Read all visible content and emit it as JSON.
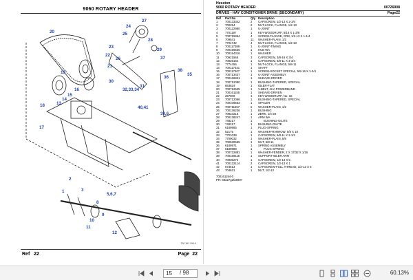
{
  "left_page": {
    "title": "9060 ROTARY HEADER",
    "footer_ref": "Ref",
    "footer_ref_num": "22",
    "footer_page": "Page",
    "footer_page_num": "22",
    "diagram_code": "700 161 194-0",
    "callouts": [
      "20",
      "27",
      "28",
      "29",
      "24",
      "25",
      "23",
      "22",
      "21",
      "26",
      "37",
      "19",
      "30",
      "31",
      "38",
      "36",
      "32,33,34",
      "35",
      "40,41",
      "39,6",
      "18",
      "17",
      "16",
      "15",
      "14",
      "13",
      "2",
      "3",
      "1",
      "5,6,7",
      "8",
      "9",
      "10",
      "11",
      "12"
    ]
  },
  "right_page": {
    "brand": "Hesston",
    "title": "9060 ROTARY HEADER",
    "doc_code": "00726908",
    "section": "DRIVES - HAY CONDITIONER DRIVE (SECONDARY)",
    "page_label": "Page22",
    "columns": [
      "Ref",
      "Part No",
      "Qty",
      "Description"
    ],
    "parts": [
      {
        "ref": "1",
        "pn": "700133342",
        "qty": "2",
        "desc": "CAPSCREW, 1/2-13 X 2-3/4"
      },
      {
        "ref": "2",
        "pn": "700254",
        "qty": "2",
        "desc": "NUT-LOCK, FLANGE, 1/2-13"
      },
      {
        "ref": "3",
        "pn": "700122980",
        "qty": "1",
        "desc": "U-JOINT"
      },
      {
        "ref": "4",
        "pn": "7701197",
        "qty": "1",
        "desc": "KEY-WOODRUFF, 5/16 X 1-3/8"
      },
      {
        "ref": "5",
        "pn": "700715964",
        "qty": "4",
        "desc": "SCREW-FLANGE, GR8, 1/2-13 X 1-1/4"
      },
      {
        "ref": "6",
        "pn": "709541",
        "qty": "11",
        "desc": "WASHER-PLAIN, 1/2"
      },
      {
        "ref": "7",
        "pn": "7704742",
        "qty": "4",
        "desc": "NUT-LOCK, FLANGE, 1/2-13"
      },
      {
        "ref": "8",
        "pn": "700117389",
        "qty": "1",
        "desc": "U-JOINT-TIMING"
      },
      {
        "ref": "9",
        "pn": "700156536",
        "qty": "1",
        "desc": "HUB WA"
      },
      {
        "ref": "10",
        "pn": "700154316",
        "qty": "1",
        "desc": "WASHER"
      },
      {
        "ref": "11",
        "pn": "70921565",
        "qty": "3",
        "desc": "CAPSCREW, 3/8-16 X 3/4"
      },
      {
        "ref": "12",
        "pn": "70825164",
        "qty": "1",
        "desc": "CAPSCREW, 5/8-11 X 3-3/4"
      },
      {
        "ref": "13",
        "pn": "7774456",
        "qty": "1",
        "desc": "NUT-LOCK, FLANGE, 5/8-11"
      },
      {
        "ref": "14",
        "pn": "700117331",
        "qty": "1",
        "desc": "SHAFT"
      },
      {
        "ref": "15",
        "pn": "700117407",
        "qty": "1",
        "desc": "SCREW-SOCKET SPECIAL, 5/8-16 X 1-3/4"
      },
      {
        "ref": "16",
        "pn": "700713437",
        "qty": "1",
        "desc": "U-JOINT ASSEMBLY"
      },
      {
        "ref": "17",
        "pn": "700166921",
        "qty": "1",
        "desc": "SHEAVE-DRIVER"
      },
      {
        "ref": "18",
        "pn": "700712080",
        "qty": "1",
        "desc": "BUSHING-TAPERED, SPECIAL"
      },
      {
        "ref": "19",
        "pn": "853824",
        "qty": "1",
        "desc": "IDLER-FLAT"
      },
      {
        "ref": "20",
        "pn": "700712525",
        "qty": "1",
        "desc": "V-BELT, 4HA POWERBAND"
      },
      {
        "ref": "21",
        "pn": "700161155",
        "qty": "1",
        "desc": "SHEAVE-DRIVEN"
      },
      {
        "ref": "22",
        "pn": "257909",
        "qty": "1",
        "desc": "KEY-WOODRUFF, No. 15"
      },
      {
        "ref": "23",
        "pn": "700712066",
        "qty": "1",
        "desc": "BUSHING-TAPERED, SPECIAL"
      },
      {
        "ref": "24",
        "pn": "700109553",
        "qty": "1",
        "desc": "SPACER"
      },
      {
        "ref": "25",
        "pn": "700711557",
        "qty": "6",
        "desc": "WASHER-PLAIN, 1/2"
      },
      {
        "ref": "26",
        "pn": "700136236",
        "qty": "1",
        "desc": "BUSHING"
      },
      {
        "ref": "27",
        "pn": "70923216",
        "qty": "1",
        "desc": "ZERK, 1/4-28"
      },
      {
        "ref": "28",
        "pn": "700138247",
        "qty": "1",
        "desc": "ARM WA"
      },
      {
        "ref": "29",
        "pn": "748217",
        "qty": "1",
        "desc": "BUSHING-OILITE",
        "indent": true
      },
      {
        "ref": "30",
        "pn": "748217",
        "qty": "1",
        "desc": "BUSHING-OILITE"
      },
      {
        "ref": "31",
        "pn": "6189985",
        "qty": "1",
        "desc": "PLUG-SPRING"
      },
      {
        "ref": "32",
        "pn": "52175",
        "qty": "1",
        "desc": "WASHER-HARROW, 5/8 X 18"
      },
      {
        "ref": "33",
        "pn": "7701039",
        "qty": "1",
        "desc": "CAPSCREW, 5/8-11 X 2-1/2"
      },
      {
        "ref": "34",
        "pn": "7709032",
        "qty": "1",
        "desc": "WASHER-PLAIN, 5/8"
      },
      {
        "ref": "35",
        "pn": "700530665",
        "qty": "1",
        "desc": "NUT, 5/8-11"
      },
      {
        "ref": "36",
        "pn": "6189971",
        "qty": "1",
        "desc": "SPRING ASSEMBLY"
      },
      {
        "ref": "37",
        "pn": "6189989",
        "qty": "1",
        "desc": "PLUG-SPRING",
        "indent": true
      },
      {
        "ref": "38",
        "pn": "700722881",
        "qty": "1",
        "desc": "WASHER-FENDER, 2 X 17/32 X 1/16"
      },
      {
        "ref": "39",
        "pn": "700159116",
        "qty": "1",
        "desc": "SUPPORT-IDLER ARM"
      },
      {
        "ref": "40",
        "pn": "70935272",
        "qty": "1",
        "desc": "CAPSCREW, 1/2-13 X 5"
      },
      {
        "ref": "41",
        "pn": "700132114",
        "qty": "2",
        "desc": "CAPSCREW, 1/2-13 X 1"
      },
      {
        "ref": "42",
        "pn": "673513",
        "qty": "1",
        "desc": "CAPSCREW-FULL THREAD, 1/2-13 X 6"
      },
      {
        "ref": "43",
        "pn": "704631",
        "qty": "1",
        "desc": "NUT, 1/2-13"
      }
    ],
    "note_code": "700161194-0",
    "note_pr": "PR: 68a27g2fa6907"
  },
  "toolbar": {
    "page_current": "15",
    "page_total": "/ 98",
    "zoom": "60.13%"
  }
}
